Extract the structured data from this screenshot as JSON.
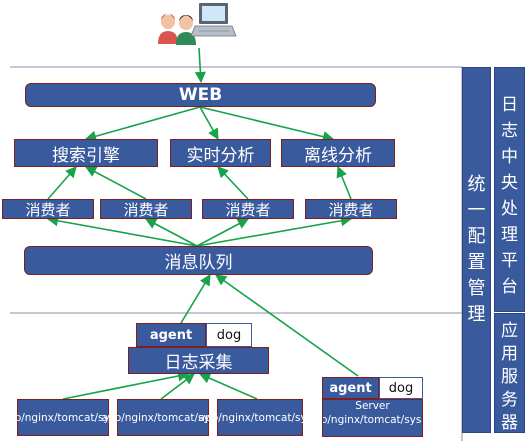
{
  "top": {
    "web": "WEB"
  },
  "analysis": {
    "search": "搜索引擎",
    "realtime": "实时分析",
    "offline": "离线分析"
  },
  "consumers": [
    "消费者",
    "消费者",
    "消费者",
    "消费者"
  ],
  "queue": "消息队列",
  "collector": {
    "agent": "agent",
    "dog": "dog",
    "label": "日志采集"
  },
  "apps": [
    "app/nginx/tomcat/syslo",
    "app/nginx/tomcat/syslo",
    "app/nginx/tomcat/syslo"
  ],
  "server": {
    "agent": "agent",
    "dog": "dog",
    "title": "Server",
    "apps": "app/nginx/tomcat/syslog"
  },
  "side": {
    "config": "统一配置管理",
    "platform": "日志中央处理平台",
    "appserver": "应用服务器"
  },
  "colors": {
    "box": "#3a5a9e",
    "box_border": "#7d1f1f",
    "arrow": "#16a34a"
  }
}
